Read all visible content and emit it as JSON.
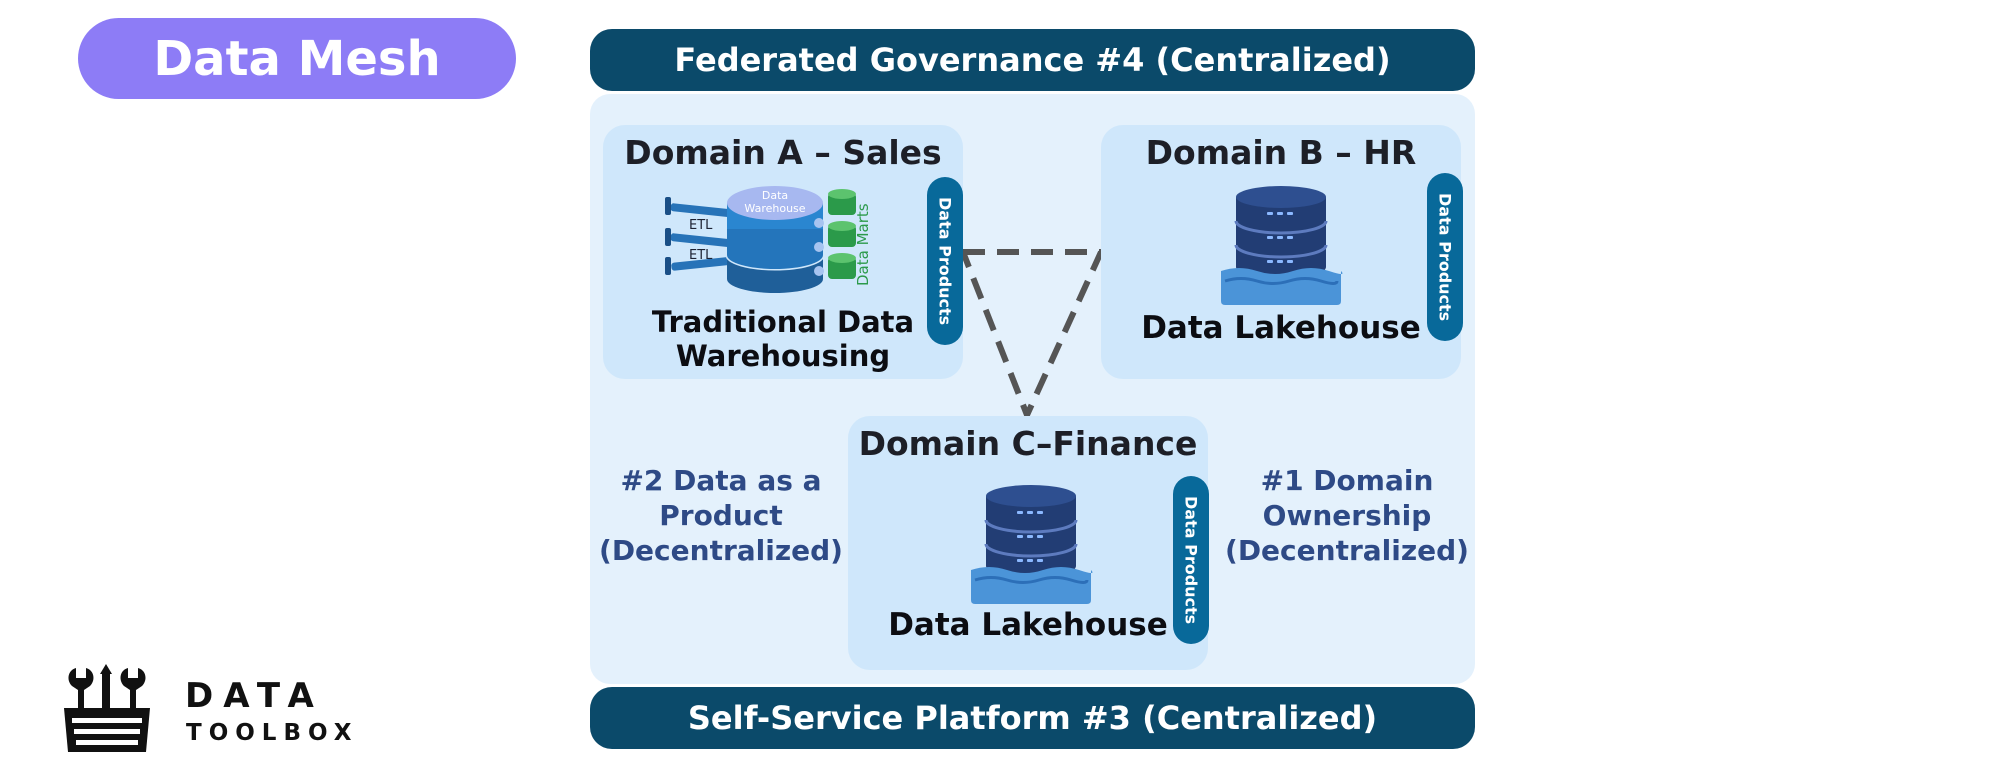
{
  "header": {
    "title": "Data Mesh"
  },
  "bands": {
    "governance": "Federated Governance #4 (Centralized)",
    "platform": "Self-Service Platform #3 (Centralized)"
  },
  "domains": {
    "a": {
      "title": "Domain A – Sales",
      "caption_line1": "Traditional Data",
      "caption_line2": "Warehousing",
      "products_label": "Data Products",
      "warehouse_label_line1": "Data",
      "warehouse_label_line2": "Warehouse",
      "etl_label_1": "ETL",
      "etl_label_2": "ETL",
      "marts_label": "Data Marts"
    },
    "b": {
      "title": "Domain B – HR",
      "caption": "Data Lakehouse",
      "products_label": "Data Products"
    },
    "c": {
      "title": "Domain C–Finance",
      "caption": "Data Lakehouse",
      "products_label": "Data Products"
    }
  },
  "principles": {
    "left": {
      "line1": "#2 Data as a",
      "line2": "Product",
      "line3": "(Decentralized)"
    },
    "right": {
      "line1": "#1 Domain",
      "line2": "Ownership",
      "line3": "(Decentralized)"
    }
  },
  "brand": {
    "name": "DATA",
    "sub": "TOOLBOX"
  },
  "icons": {
    "warehouse": "data-warehouse-icon",
    "lakehouse": "data-lakehouse-icon",
    "brand": "toolbox-icon"
  },
  "colors": {
    "pill": "#8d7cf6",
    "band": "#0b4a6a",
    "outer_panel": "#e4f1fc",
    "domain_panel": "#cfe7fb",
    "products_tab": "#08699a",
    "principle_text": "#2e4a86",
    "connector": "#555555"
  }
}
